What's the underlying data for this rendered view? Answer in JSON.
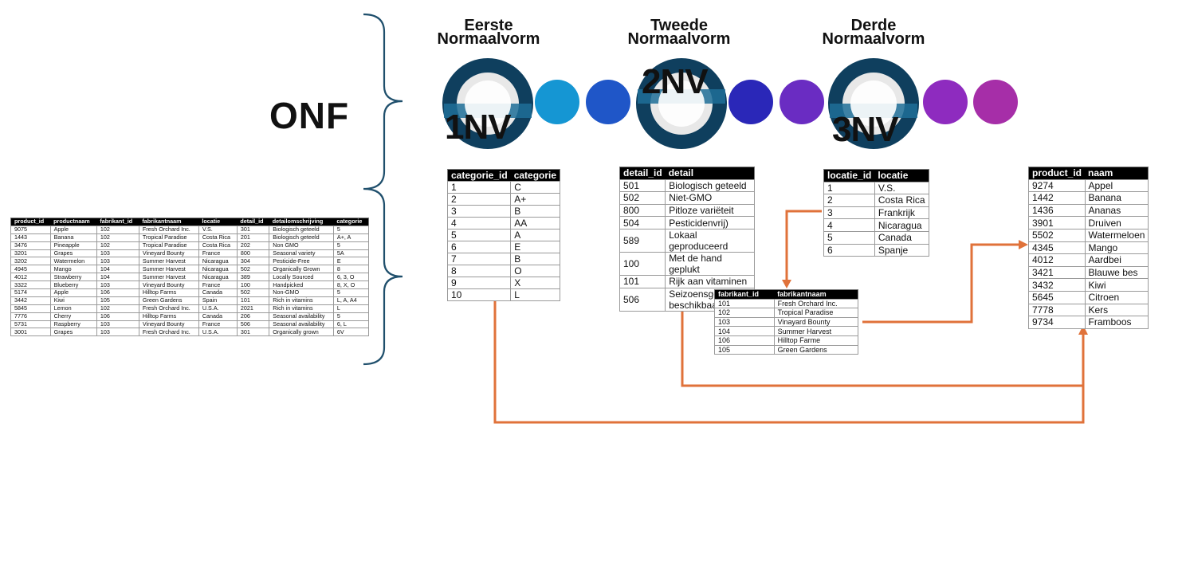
{
  "onf": {
    "label": "ONF",
    "headers": [
      "product_id",
      "productnaam",
      "fabrikant_id",
      "fabrikantnaam",
      "locatie",
      "detail_id",
      "detailomschrijving",
      "categorie"
    ],
    "rows": [
      [
        "9075",
        "Apple",
        "102",
        "Fresh Orchard Inc.",
        "V.S.",
        "301",
        "Biologisch geteeld",
        "5"
      ],
      [
        "1443",
        "Banana",
        "102",
        "Tropical Paradise",
        "Costa Rica",
        "201",
        "Biologisch geteeld",
        "A+, A"
      ],
      [
        "3476",
        "Pineapple",
        "102",
        "Tropical Paradise",
        "Costa Rica",
        "202",
        "Non GMO",
        "5"
      ],
      [
        "3201",
        "Grapes",
        "103",
        "Vineyard Bounty",
        "France",
        "800",
        "Seasonal variety",
        "5A"
      ],
      [
        "3202",
        "Watermelon",
        "103",
        "Summer Harvest",
        "Nicaragua",
        "304",
        "Pesticide-Free",
        "E"
      ],
      [
        "4945",
        "Mango",
        "104",
        "Summer Harvest",
        "Nicaragua",
        "502",
        "Organically Grown",
        "8"
      ],
      [
        "4012",
        "Strawberry",
        "104",
        "Summer Harvest",
        "Nicaragua",
        "389",
        "Locally Sourced",
        "6, 3, O"
      ],
      [
        "3322",
        "Blueberry",
        "103",
        "Vineyard Bounty",
        "France",
        "100",
        "Handpicked",
        "8, X, O"
      ],
      [
        "5174",
        "Apple",
        "106",
        "Hilltop Farms",
        "Canada",
        "502",
        "Non-GMO",
        "5"
      ],
      [
        "3442",
        "Kiwi",
        "105",
        "Green Gardens",
        "Spain",
        "101",
        "Rich in vitamins",
        "L, A, A4"
      ],
      [
        "5845",
        "Lemon",
        "102",
        "Fresh Orchard Inc.",
        "U.S.A.",
        "2021",
        "Rich in vitamins",
        "L"
      ],
      [
        "7776",
        "Cherry",
        "106",
        "Hilltop Farms",
        "Canada",
        "206",
        "Seasonal availability",
        "5"
      ],
      [
        "5731",
        "Raspberry",
        "103",
        "Vineyard Bounty",
        "France",
        "506",
        "Seasonal availability",
        "6, L"
      ],
      [
        "3001",
        "Grapes",
        "103",
        "Fresh Orchard Inc.",
        "U.S.A.",
        "301",
        "Organically grown",
        "6V"
      ]
    ]
  },
  "stages": [
    {
      "title_line1": "Eerste",
      "title_line2": "Normaalvorm",
      "badge": "1NV"
    },
    {
      "title_line1": "Tweede",
      "title_line2": "Normaalvorm",
      "badge": "2NV"
    },
    {
      "title_line1": "Derde",
      "title_line2": "Normaalvorm",
      "badge": "3NV"
    }
  ],
  "colors": {
    "ring": "#0f3f5e",
    "ring_band": "#1f6f98",
    "connector": "#e0723a",
    "brace": "#1f4f6c",
    "dots": [
      "#1596d3",
      "#1f56c8",
      "#2a27b8",
      "#6a2cc2",
      "#8e2bbf",
      "#a62ea8"
    ]
  },
  "categorie_table": {
    "headers": [
      "categorie_id",
      "categorie"
    ],
    "rows": [
      [
        "1",
        "C"
      ],
      [
        "2",
        "A+"
      ],
      [
        "3",
        "B"
      ],
      [
        "4",
        "AA"
      ],
      [
        "5",
        "A"
      ],
      [
        "6",
        "E"
      ],
      [
        "7",
        "B"
      ],
      [
        "8",
        "O"
      ],
      [
        "9",
        "X"
      ],
      [
        "10",
        "L"
      ]
    ]
  },
  "detail_table": {
    "headers": [
      "detail_id",
      "detail"
    ],
    "rows": [
      [
        "501",
        "Biologisch geteeld"
      ],
      [
        "502",
        "Niet-GMO"
      ],
      [
        "800",
        "Pitloze variëteit"
      ],
      [
        "504",
        "Pesticidenvrij)"
      ],
      [
        "589",
        "Lokaal geproduceerd"
      ],
      [
        "100",
        "Met de hand geplukt"
      ],
      [
        "101",
        "Rijk aan vitaminen"
      ],
      [
        "506",
        "Seizoensgebonden beschikbaarheid"
      ]
    ]
  },
  "locatie_table": {
    "headers": [
      "locatie_id",
      "locatie"
    ],
    "rows": [
      [
        "1",
        "V.S."
      ],
      [
        "2",
        "Costa Rica"
      ],
      [
        "3",
        "Frankrijk"
      ],
      [
        "4",
        "Nicaragua"
      ],
      [
        "5",
        "Canada"
      ],
      [
        "6",
        "Spanje"
      ]
    ]
  },
  "fabrikant_table": {
    "headers": [
      "fabrikant_id",
      "fabrikantnaam"
    ],
    "rows": [
      [
        "101",
        "Fresh Orchard Inc."
      ],
      [
        "102",
        "Tropical Paradise"
      ],
      [
        "103",
        "Vinayard Bounty"
      ],
      [
        "104",
        "Summer Harvest"
      ],
      [
        "106",
        "Hilltop Farme"
      ],
      [
        "105",
        "Green Gardens"
      ]
    ]
  },
  "product_table": {
    "headers": [
      "product_id",
      "naam"
    ],
    "rows": [
      [
        "9274",
        "Appel"
      ],
      [
        "1442",
        "Banana"
      ],
      [
        "1436",
        "Ananas"
      ],
      [
        "3901",
        "Druiven"
      ],
      [
        "5502",
        "Watermeloen"
      ],
      [
        "4345",
        "Mango"
      ],
      [
        "4012",
        "Aardbei"
      ],
      [
        "3421",
        "Blauwe bes"
      ],
      [
        "3432",
        "Kiwi"
      ],
      [
        "5645",
        "Citroen"
      ],
      [
        "7778",
        "Kers"
      ],
      [
        "9734",
        "Framboos"
      ]
    ]
  }
}
